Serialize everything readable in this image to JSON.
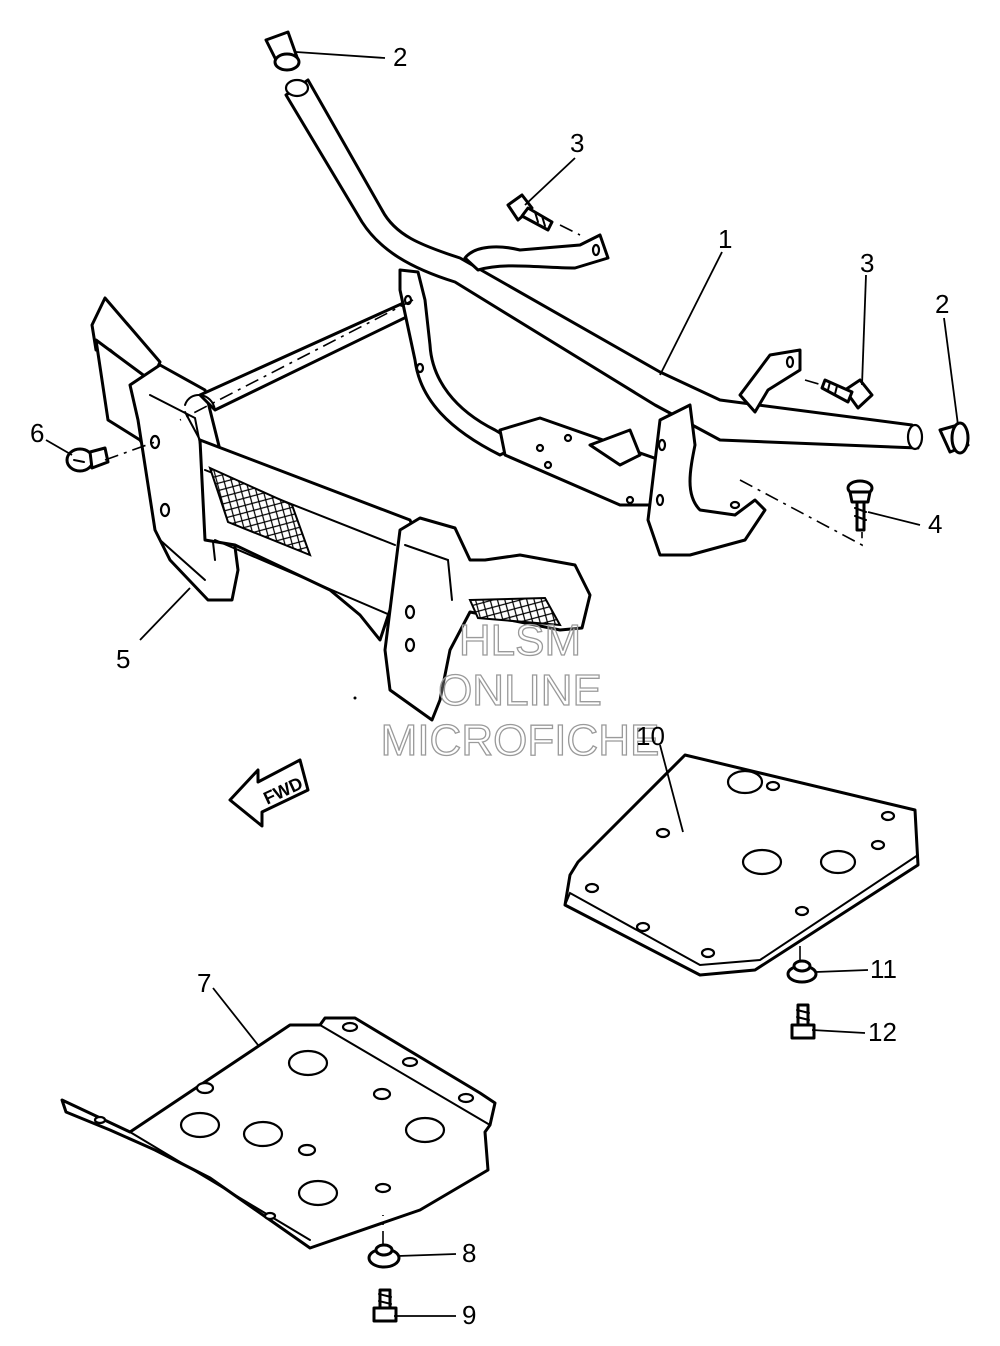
{
  "callouts": [
    {
      "id": "2a",
      "label": "2"
    },
    {
      "id": "3a",
      "label": "3"
    },
    {
      "id": "1",
      "label": "1"
    },
    {
      "id": "3b",
      "label": "3"
    },
    {
      "id": "2b",
      "label": "2"
    },
    {
      "id": "6",
      "label": "6"
    },
    {
      "id": "4",
      "label": "4"
    },
    {
      "id": "5",
      "label": "5"
    },
    {
      "id": "10",
      "label": "10"
    },
    {
      "id": "11",
      "label": "11"
    },
    {
      "id": "12",
      "label": "12"
    },
    {
      "id": "7",
      "label": "7"
    },
    {
      "id": "8",
      "label": "8"
    },
    {
      "id": "9",
      "label": "9"
    }
  ],
  "direction_marker": {
    "label": "FWD"
  },
  "watermark": {
    "lines": [
      "HLSM",
      "ONLINE",
      "MICROFICHE"
    ]
  },
  "colors": {
    "ink": "#000000",
    "background": "#ffffff",
    "watermark_outline": "#9a9a9a"
  }
}
